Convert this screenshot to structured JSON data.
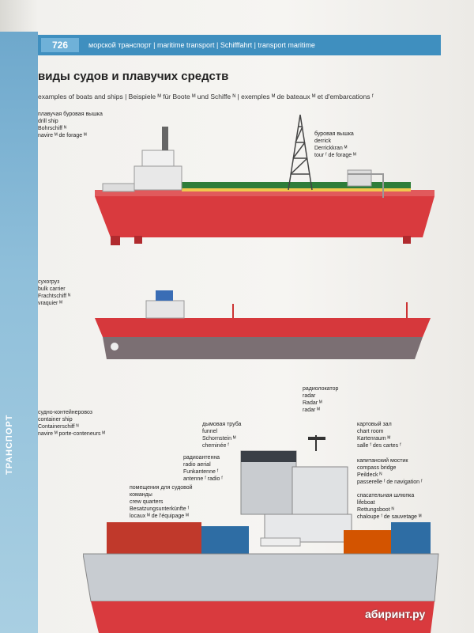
{
  "header": {
    "page_number": "726",
    "section": "морской транспорт | maritime transport | Schifffahrt | transport maritime"
  },
  "title": "виды судов и плавучих средств",
  "subtitle": "examples of boats and ships | Beispiele ᴹ für Boote ᴹ und Schiffe ᴺ | exemples ᴹ de bateaux ᴹ et d'embarcations ᶠ",
  "sidebar_label": "ТРАНСПОРТ",
  "drill_ship": [
    "плавучая буровая вышка",
    "drill ship",
    "Bohrschiff ᴺ",
    "navire ᴹ de forage ᴹ"
  ],
  "derrick": [
    "буровая вышка",
    "derrick",
    "Derrickkran ᴹ",
    "tour ᶠ de forage ᴹ"
  ],
  "bulk_carrier": [
    "сухогруз",
    "bulk carrier",
    "Frachtschiff ᴺ",
    "vraquier ᴹ"
  ],
  "container_ship": [
    "судно-контейнеровоз",
    "container ship",
    "Containerschiff ᴺ",
    "navire ᴹ porte-conteneurs ᴹ"
  ],
  "radar": [
    "радиолокатор",
    "radar",
    "Radar ᴹ",
    "radar ᴹ"
  ],
  "funnel": [
    "дымовая труба",
    "funnel",
    "Schornstein ᴹ",
    "cheminée ᶠ"
  ],
  "chart_room": [
    "картовый зал",
    "chart room",
    "Kartenraum ᴹ",
    "salle ᶠ des cartes ᶠ"
  ],
  "radio_aerial": [
    "радиоантенна",
    "radio aerial",
    "Funkantenne ᶠ",
    "antenne ᶠ radio ᶠ"
  ],
  "compass_bridge": [
    "капитанский мостик",
    "compass bridge",
    "Peildeck ᴺ",
    "passerelle ᶠ de navigation ᶠ"
  ],
  "crew_quarters": [
    "помещения для судовой",
    "команды",
    "crew quarters",
    "Besatzungsunterkünfte ᶠ",
    "locaux ᴹ de l'équipage ᴹ"
  ],
  "lifeboat": [
    "спасательная шлюпка",
    "lifeboat",
    "Rettungsboot ᴺ",
    "chaloupe ᶠ de sauvetage ᴹ"
  ],
  "watermark": "абиринт.ру"
}
